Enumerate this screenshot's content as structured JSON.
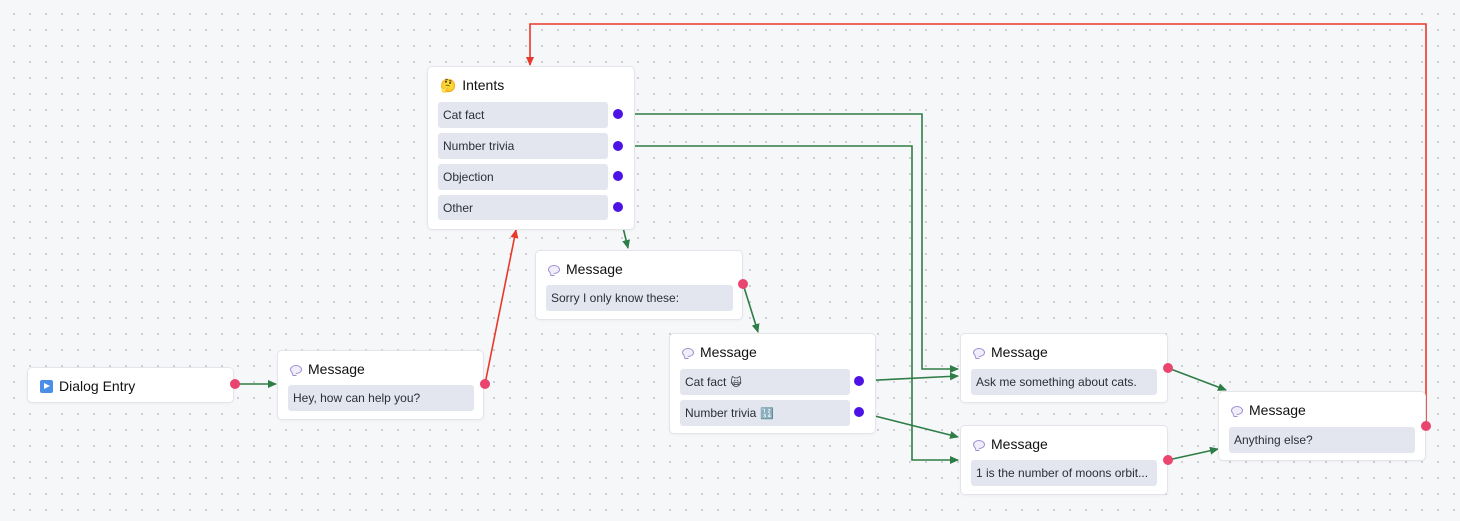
{
  "canvas": {
    "background": "#f6f7f9",
    "dot_color": "#c9ccd3"
  },
  "colors": {
    "edge_green": "#2e7d46",
    "edge_red": "#e8392a",
    "port_pink": "#e9456e",
    "port_purple": "#4d12e6"
  },
  "nodes": {
    "dialog_entry": {
      "title": "Dialog Entry",
      "icon": "play-icon"
    },
    "greeting": {
      "title": "Message",
      "icon": "speech-bubble-icon",
      "text": "Hey, how can help you?"
    },
    "intents": {
      "title": "Intents",
      "icon": "thinking-face-icon",
      "icon_glyph": "🤔",
      "items": [
        "Cat fact",
        "Number trivia",
        "Objection",
        "Other"
      ]
    },
    "sorry": {
      "title": "Message",
      "icon": "speech-bubble-icon",
      "text": "Sorry I only know these:"
    },
    "options": {
      "title": "Message",
      "icon": "speech-bubble-icon",
      "buttons": [
        {
          "label": "Cat fact",
          "emoji": "🙀"
        },
        {
          "label": "Number trivia",
          "emoji": "🔢"
        }
      ]
    },
    "cat_prompt": {
      "title": "Message",
      "icon": "speech-bubble-icon",
      "text": "Ask me something about cats."
    },
    "number_fact": {
      "title": "Message",
      "icon": "speech-bubble-icon",
      "text": "1 is the number of moons orbit..."
    },
    "anything_else": {
      "title": "Message",
      "icon": "speech-bubble-icon",
      "text": "Anything else?"
    }
  }
}
